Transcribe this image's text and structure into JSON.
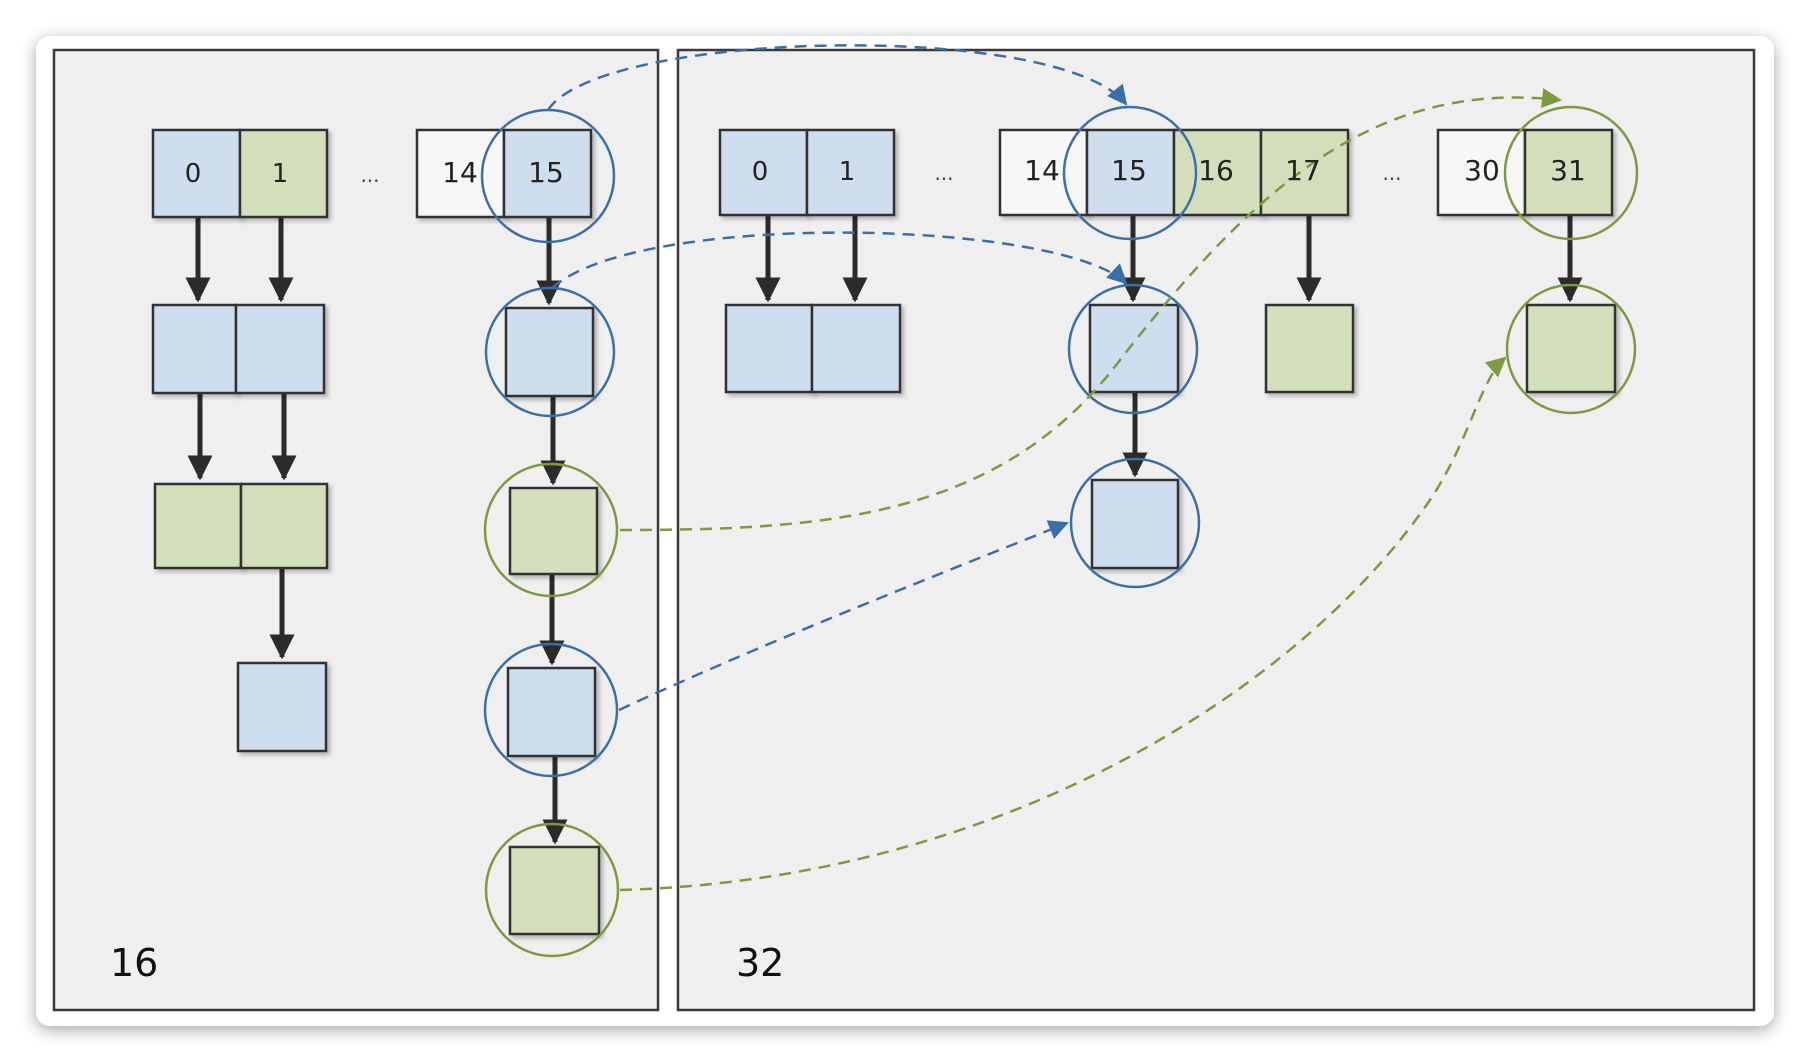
{
  "colors": {
    "blue_fill": "#cfdeee",
    "green_fill": "#d3dfbb",
    "white_fill": "#f7f7f7",
    "panel_fill": "#efefef",
    "blue_stroke": "#3a6fa8",
    "green_stroke": "#7d9a3e",
    "arrow": "#2b2b2b"
  },
  "left_panel": {
    "label": "16",
    "ellipsis": "...",
    "buckets": [
      {
        "label": "0",
        "color": "blue"
      },
      {
        "label": "1",
        "color": "green"
      },
      {
        "label": "14",
        "color": "white"
      },
      {
        "label": "15",
        "color": "blue"
      }
    ]
  },
  "right_panel": {
    "label": "32",
    "ellipsis_1": "...",
    "ellipsis_2": "...",
    "ellipsis_3": "...",
    "buckets": [
      {
        "label": "0",
        "color": "blue"
      },
      {
        "label": "1",
        "color": "blue"
      },
      {
        "label": "14",
        "color": "white"
      },
      {
        "label": "15",
        "color": "blue"
      },
      {
        "label": "16",
        "color": "green"
      },
      {
        "label": "17",
        "color": "green"
      },
      {
        "label": "30",
        "color": "white"
      },
      {
        "label": "31",
        "color": "green"
      }
    ]
  }
}
